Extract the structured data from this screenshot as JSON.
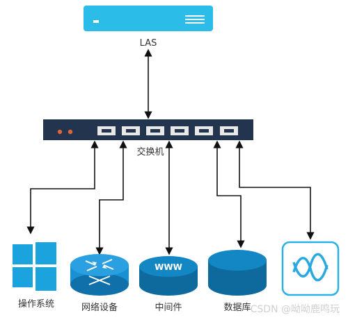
{
  "server": {
    "label": "LAS"
  },
  "switch": {
    "label": "交换机"
  },
  "devices": {
    "os": {
      "label": "操作系统"
    },
    "network": {
      "label": "网络设备"
    },
    "middleware": {
      "label": "中间件",
      "icon_text": "WWW"
    },
    "database": {
      "label": "数据库"
    },
    "app": {
      "label": ""
    }
  },
  "watermark": "CSDN @呦呦鹿鸣玩",
  "colors": {
    "server": "#2bbde8",
    "switch_body": "#23344f",
    "switch_port": "#e8e8e8",
    "led": "#e0633b",
    "windows": "#1aa3dc",
    "router": "#1890d3",
    "disk": "#0e6a9c",
    "app_border": "#2bb0e6",
    "app_fill": "#ffffff",
    "wave": "#2aa9e0",
    "arrow": "#111111"
  },
  "icons": {
    "server": "server-icon",
    "switch": "switch-icon",
    "os": "windows-icon",
    "network": "router-icon",
    "middleware": "web-server-icon",
    "database": "database-icon",
    "app": "signal-app-icon"
  }
}
